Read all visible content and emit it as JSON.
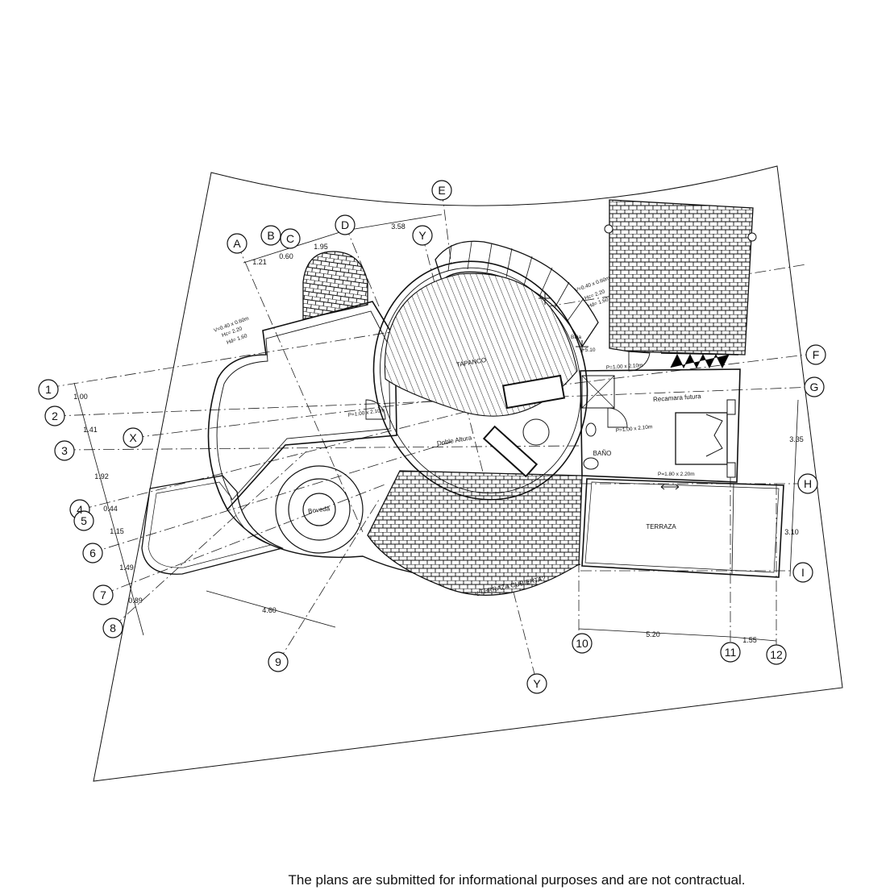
{
  "grid_labels": {
    "a": "A",
    "b": "B",
    "c": "C",
    "d": "D",
    "e": "E",
    "f": "F",
    "g": "G",
    "h": "H",
    "i": "I",
    "x": "X",
    "y_top": "Y",
    "y_bottom": "Y",
    "n1": "1",
    "n2": "2",
    "n3": "3",
    "n4": "4",
    "n5": "5",
    "n6": "6",
    "n7": "7",
    "n8": "8",
    "n9": "9",
    "n10": "10",
    "n11": "11",
    "n12": "12"
  },
  "dimensions": {
    "top_121": "1.21",
    "top_060": "0.60",
    "top_195": "1.95",
    "top_358": "3.58",
    "left_100": "1.00",
    "left_141": "1.41",
    "left_192": "1.92",
    "left_044": "0.44",
    "left_115": "1.15",
    "left_149": "1.49",
    "left_089": "0.89",
    "bottom_460": "4.60",
    "bottom_520": "5.20",
    "bottom_155": "1.55",
    "right_335": "3.35",
    "right_310": "3.10"
  },
  "rooms": {
    "tapanco": "TAPANCO",
    "doble_altura": "Doble Altura",
    "boveda": "Boveda",
    "recamara": "Recamara futura",
    "bano": "BAÑO",
    "terraza": "TERRAZA",
    "terraza_cubierta": "¿TERRAZA CUBIERTA?"
  },
  "annotations": {
    "door_left": "P=1.00 x 2.10m",
    "door_top": "P=1.00 x 2.10m",
    "door_bath": "P=1.00 x 2.10m",
    "door_terrace": "P=1.80 x 2.20m",
    "window_left_1": "V=0.40 x 0.60m",
    "window_left_2": "Hc= 2.20",
    "window_left_3": "Hd= 1.60",
    "window_right_1": "V=0.40 x 0.60m",
    "window_right_2": "Hc= 2.20",
    "window_right_3": "Hd= 1.60",
    "baja": "Baja",
    "level": "+5.10"
  },
  "footer": "The plans are submitted for informational purposes and are not contractual."
}
